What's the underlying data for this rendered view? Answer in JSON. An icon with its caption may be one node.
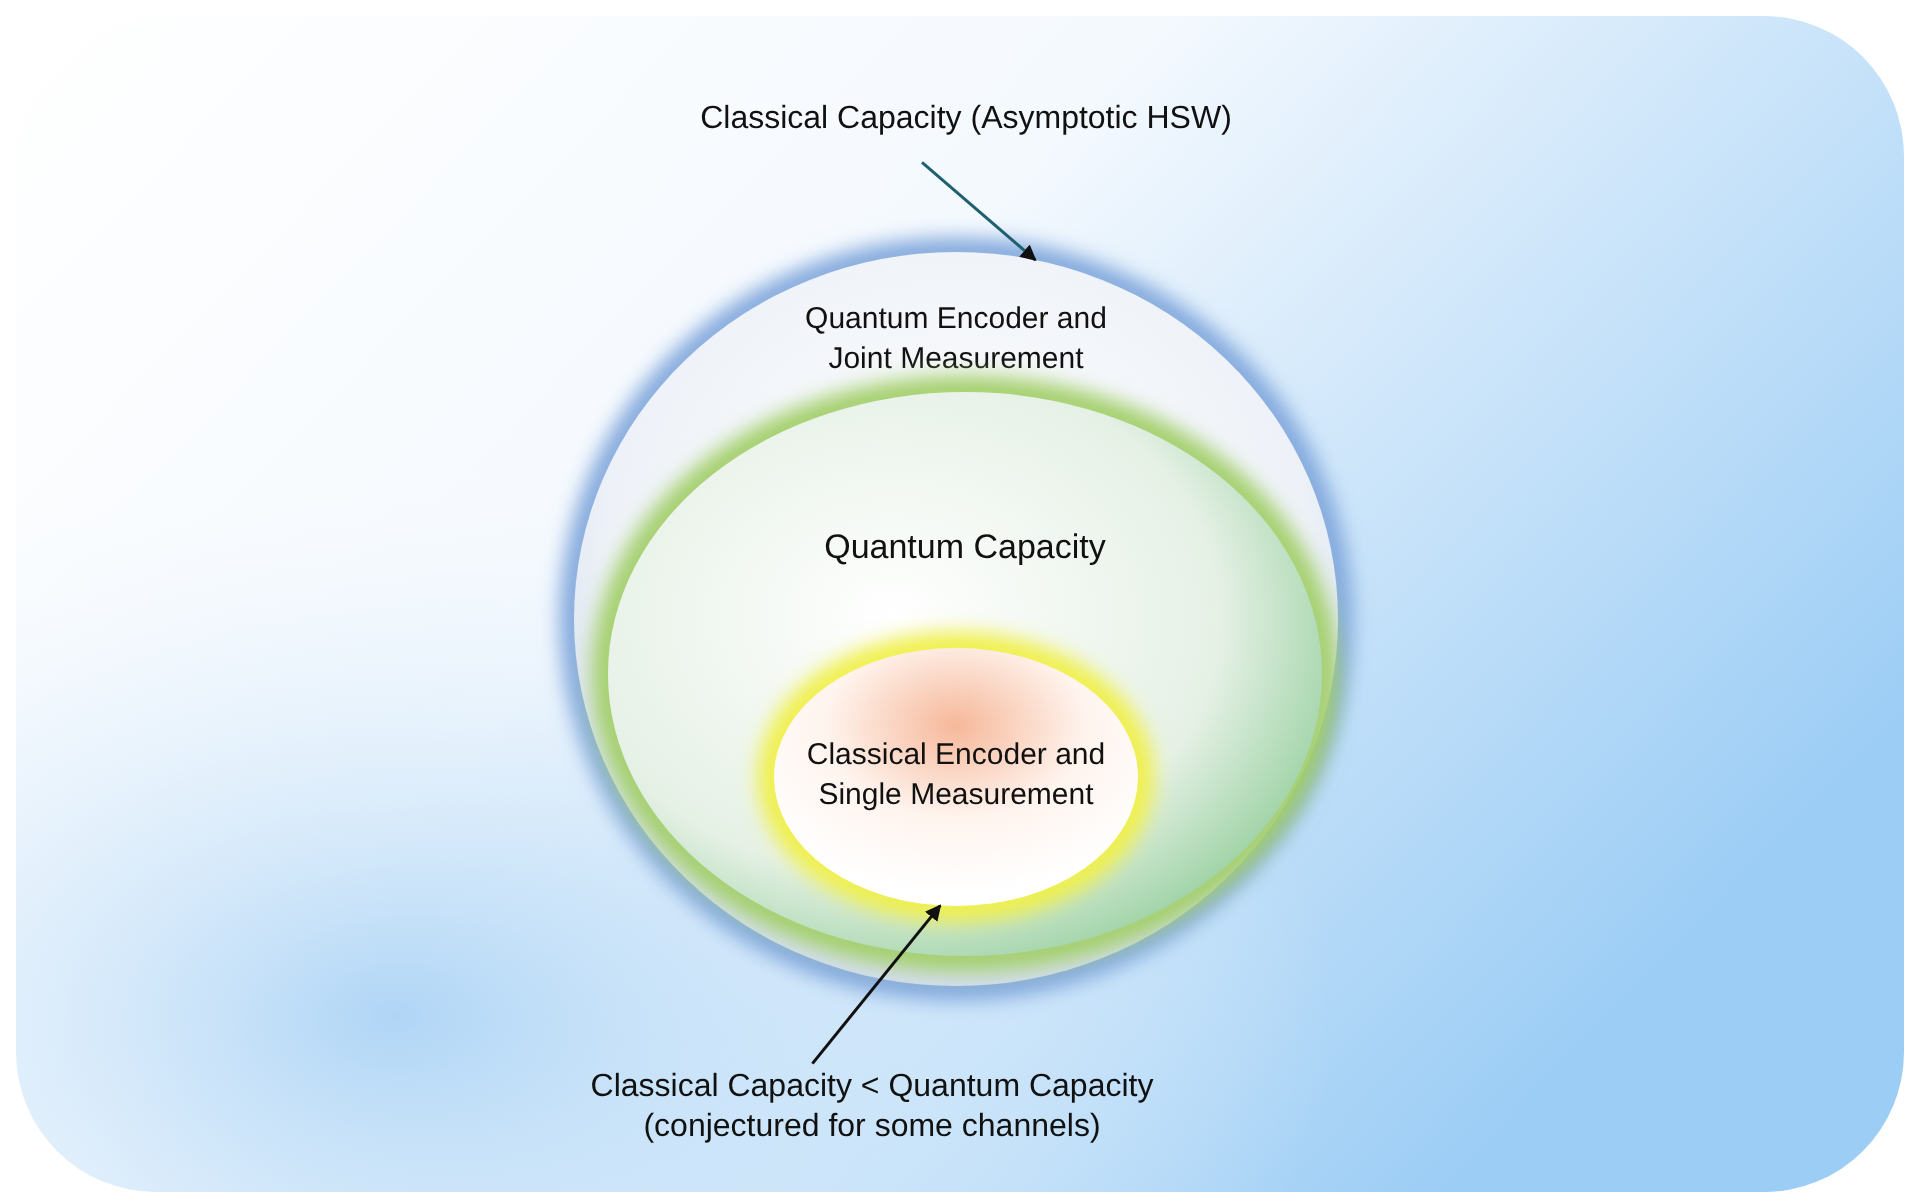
{
  "diagram": {
    "nodes": [
      {
        "text": [
          "Quantum Encoder and Joint Measurement"
        ]
      },
      {
        "text": [
          "Quantum Capacity"
        ],
        "in": 0
      },
      {
        "text": [
          "Classical Encoder and Single Measurement"
        ],
        "in": 1
      },
      {
        "text": [
          "Classical Capacity (Asymptotic HSW)"
        ]
      },
      {
        "text": [
          "Classical Capacity < Quantum Capacity (conjectured for some channels)"
        ]
      }
    ],
    "edges": [
      {
        "from": 3,
        "to": 0,
        "arrow": "to",
        "color": "#1f6070"
      },
      {
        "from": 4,
        "to": 2,
        "arrow": "to",
        "color": "#111111"
      }
    ]
  }
}
